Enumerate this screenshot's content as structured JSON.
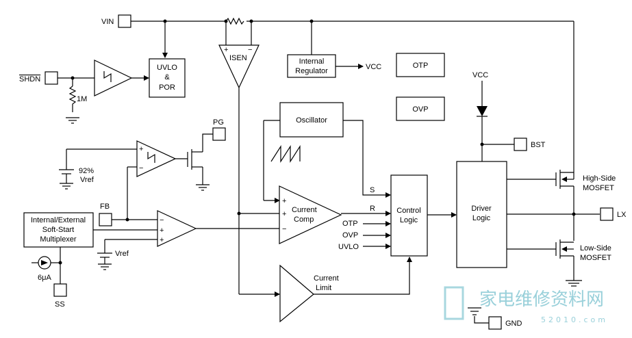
{
  "pins": {
    "vin": "VIN",
    "shdn": "SHDN",
    "pg": "PG",
    "fb": "FB",
    "ss": "SS",
    "bst": "BST",
    "lx": "LX",
    "gnd": "GND"
  },
  "blocks": {
    "uvlo_por": [
      "UVLO",
      "&",
      "POR"
    ],
    "isen": "ISEN",
    "internal_regulator": [
      "Internal",
      "Regulator"
    ],
    "vcc_out": "VCC",
    "otp": "OTP",
    "ovp": "OVP",
    "oscillator": "Oscillator",
    "soft_start": [
      "Internal/External",
      "Soft-Start",
      "Multiplexer"
    ],
    "current_comp": [
      "Current",
      "Comp"
    ],
    "current_limit": [
      "Current",
      "Limit"
    ],
    "control_logic": [
      "Control",
      "Logic"
    ],
    "driver_logic": [
      "Driver",
      "Logic"
    ],
    "high_side": [
      "High-Side",
      "MOSFET"
    ],
    "low_side": [
      "Low-Side",
      "MOSFET"
    ]
  },
  "labels": {
    "resistor_1m": "1M",
    "ref_92": [
      "92%",
      "Vref"
    ],
    "vref": "Vref",
    "current_source": "6μA",
    "vcc_top": "VCC",
    "s": "S",
    "r": "R",
    "in_otp": "OTP",
    "in_ovp": "OVP",
    "in_uvlo": "UVLO",
    "plus": "+",
    "minus": "−"
  },
  "watermark": {
    "chinese": "家电维修资料网",
    "digits": "52010.com"
  }
}
